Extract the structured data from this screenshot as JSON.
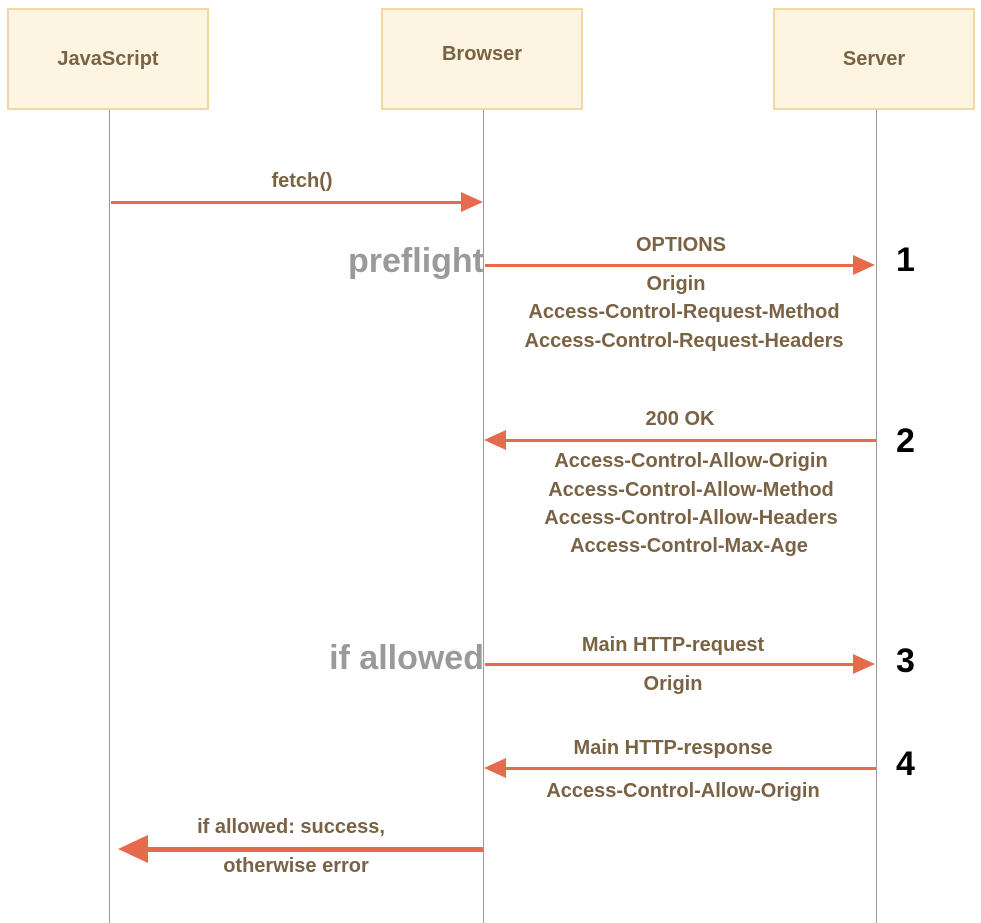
{
  "participants": {
    "javascript": "JavaScript",
    "browser": "Browser",
    "server": "Server"
  },
  "steps": {
    "fetch": {
      "label": "fetch()"
    },
    "preflight": {
      "side_label": "preflight",
      "method": "OPTIONS",
      "headers": [
        "Origin",
        "Access-Control-Request-Method",
        "Access-Control-Request-Headers"
      ],
      "number": "1"
    },
    "preflight_response": {
      "status": "200 OK",
      "headers": [
        "Access-Control-Allow-Origin",
        "Access-Control-Allow-Method",
        "Access-Control-Allow-Headers",
        "Access-Control-Max-Age"
      ],
      "number": "2"
    },
    "main_request": {
      "side_label": "if allowed",
      "label": "Main HTTP-request",
      "headers": [
        "Origin"
      ],
      "number": "3"
    },
    "main_response": {
      "label": "Main HTTP-response",
      "headers": [
        "Access-Control-Allow-Origin"
      ],
      "number": "4"
    },
    "result": {
      "lines": [
        "if allowed: success,",
        "otherwise error"
      ]
    }
  },
  "colors": {
    "arrow": "#e56a4e",
    "participant_fill": "#fdf5e1",
    "participant_border": "#f2d8a5",
    "label_text": "#7a6344",
    "side_label_text": "#9a9a9a",
    "lifeline": "#9a9a9a",
    "step_number": "#000000"
  }
}
